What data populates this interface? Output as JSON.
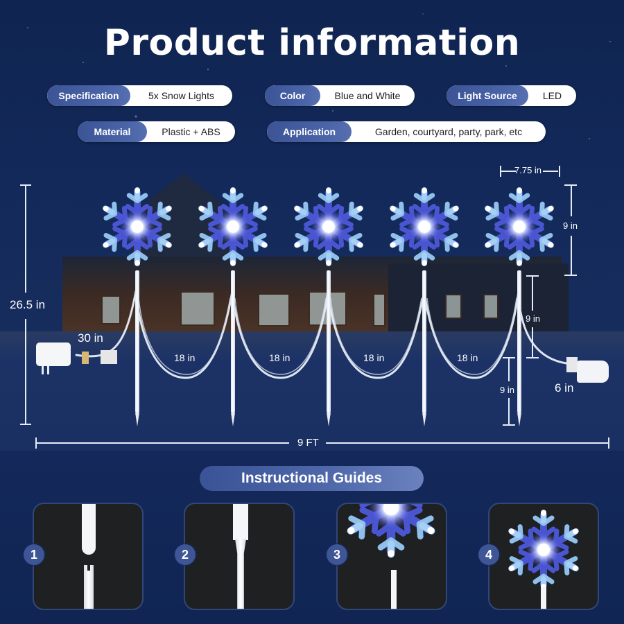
{
  "header": {
    "title": "Product information"
  },
  "specs": [
    {
      "label": "Specification",
      "value": "5x Snow Lights"
    },
    {
      "label": "Color",
      "value": "Blue and White"
    },
    {
      "label": "Light Source",
      "value": "LED"
    },
    {
      "label": "Material",
      "value": "Plastic + ABS"
    },
    {
      "label": "Application",
      "value": "Garden, courtyard, party, park, etc"
    }
  ],
  "dimensions": {
    "total_height": "26.5 in",
    "lead_cable": "30 in",
    "spacing": [
      "18 in",
      "18 in",
      "18 in",
      "18 in"
    ],
    "snowflake_width": "7.75 in",
    "snowflake_height": "9 in",
    "stake_upper": "9 in",
    "stake_lower": "9 in",
    "end_cable": "6 in",
    "total_length": "9 FT"
  },
  "product": {
    "count": 5,
    "colors": {
      "light_blue": "#8fc0ec",
      "deep_blue": "#3a46c8",
      "glow": "#ffffff"
    }
  },
  "guides": {
    "title": "Instructional Guides",
    "steps": [
      {
        "number": "1",
        "icon": "stake-separated-icon"
      },
      {
        "number": "2",
        "icon": "stake-connected-icon"
      },
      {
        "number": "3",
        "icon": "snowflake-attach-icon"
      },
      {
        "number": "4",
        "icon": "snowflake-assembled-icon"
      }
    ]
  },
  "colors": {
    "background": "#13295a",
    "pill_key": "#4a64a8",
    "pill_value": "#ffffff",
    "card": "#1e2022",
    "badge": "#3e5596"
  }
}
